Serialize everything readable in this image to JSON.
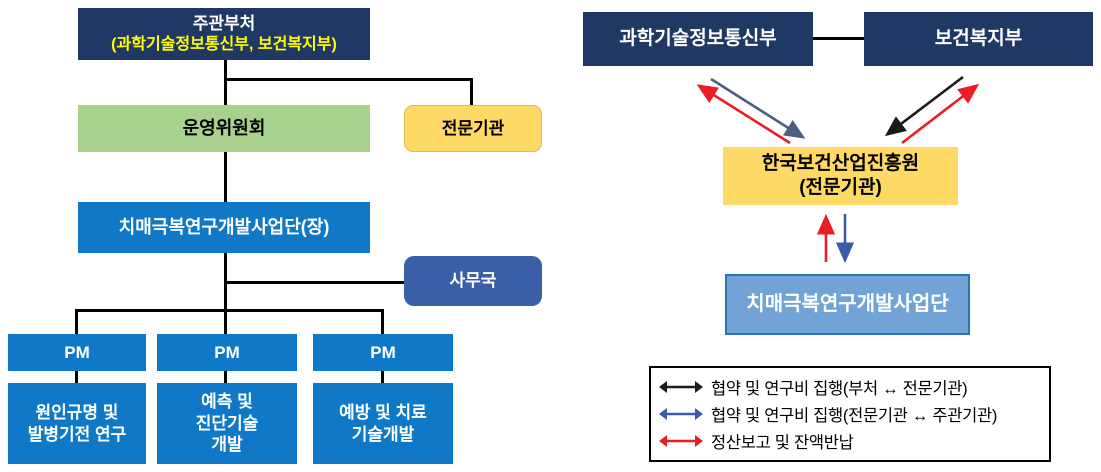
{
  "left_chart": {
    "ministry": {
      "line1": "주관부처",
      "line2": "(과학기술정보통신부, 보건복지부)"
    },
    "steering_committee": "운영위원회",
    "specialized_agency": "전문기관",
    "program_office": "치매극복연구개발사업단(장)",
    "secretariat": "사무국",
    "pm_label": "PM",
    "research_areas": [
      "원인규명 및\n발병기전 연구",
      "예측 및\n진단기술\n개발",
      "예방 및 치료\n기술개발"
    ]
  },
  "right_chart": {
    "ministry_msit": "과학기술정보통신부",
    "ministry_mohw": "보건복지부",
    "khidi": {
      "line1": "한국보건산업진흥원",
      "line2": "(전문기관)"
    },
    "program": "치매극복연구개발사업단",
    "legend": [
      {
        "arrow": "black",
        "label": "협약 및 연구비 집행(부처 ↔ 전문기관)"
      },
      {
        "arrow": "blue",
        "label": "협약 및 연구비 집행(전문기관 ↔ 주관기관)"
      },
      {
        "arrow": "red",
        "label": "정산보고 및 잔액반납"
      }
    ]
  },
  "colors": {
    "navy_box": "#1F3864",
    "green_box": "#A9D18E",
    "yellow_box": "#FFD966",
    "blue_box": "#0F79C8",
    "steel_blue_box": "#3A5FA8",
    "light_blue_box": "#71A3D7",
    "light_blue_border": "#2E74B5",
    "ministry_line2_text": "#FFFF00",
    "arrow_black": "#1a1a1a",
    "arrow_slate": "#4E5F7D",
    "arrow_blue": "#3A5CA8",
    "arrow_red": "#EC1C24",
    "connector": "#000000"
  }
}
